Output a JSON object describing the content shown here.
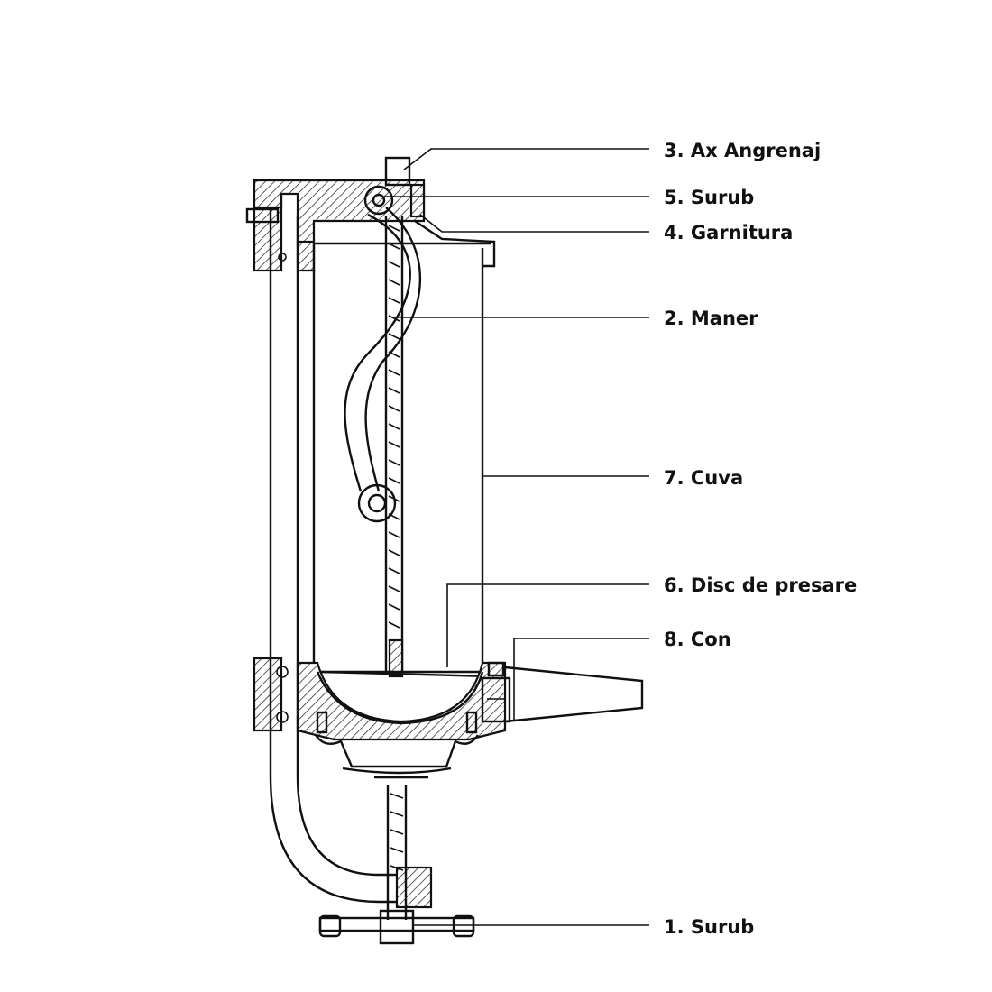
{
  "labels": {
    "l3": "3. Ax Angrenaj",
    "l5": "5. Surub",
    "l4": "4. Garnitura",
    "l2": "2. Maner",
    "l7": "7. Cuva",
    "l6": "6. Disc de presare",
    "l8": "8. Con",
    "l1": "1. Surub"
  },
  "colors": {
    "ink": "#111111",
    "background": "#ffffff"
  }
}
